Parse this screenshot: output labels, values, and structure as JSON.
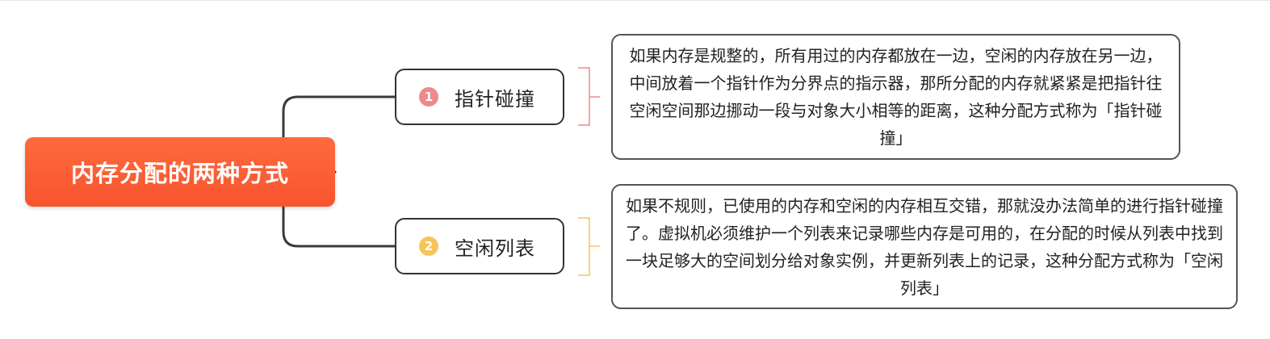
{
  "root": {
    "label": "内存分配的两种方式"
  },
  "branches": [
    {
      "badge": "1",
      "label": "指针碰撞",
      "note": "如果内存是规整的，所有用过的内存都放在一边，空闲的内存放在另一边，中间放着一个指针作为分界点的指示器，那所分配的内存就紧紧是把指针往空闲空间那边挪动一段与对象大小相等的距离，这种分配方式称为「指针碰撞」"
    },
    {
      "badge": "2",
      "label": "空闲列表",
      "note": "如果不规则，已使用的内存和空闲的内存相互交错，那就没办法简单的进行指针碰撞了。虚拟机必须维护一个列表来记录哪些内存是可用的，在分配的时候从列表中找到一块足够大的空间划分给对象实例，并更新列表上的记录，这种分配方式称为「空闲列表」"
    }
  ],
  "colors": {
    "root_fill": "#f7542e",
    "connector": "#3a3a3a",
    "badge_1": "#f08a8a",
    "badge_2": "#f7c45a",
    "bracket_1": "#f08a8a",
    "bracket_2": "#f7c45a"
  }
}
